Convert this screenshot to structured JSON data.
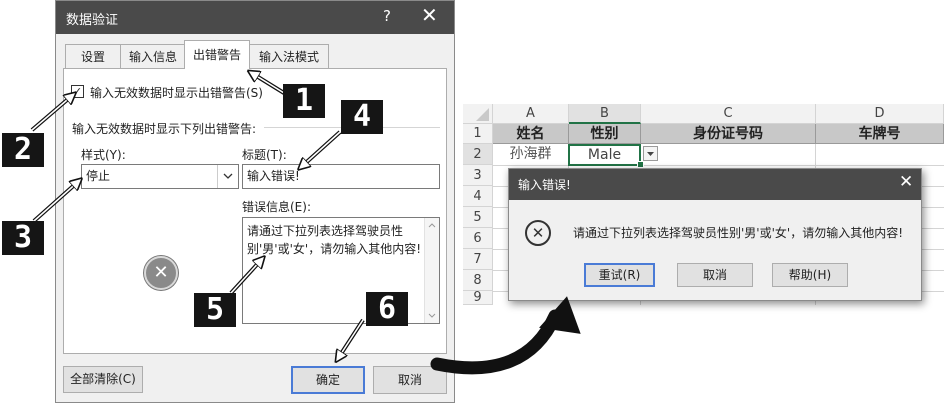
{
  "dialog": {
    "title": "数据验证",
    "help_glyph": "?",
    "close_glyph": "✕",
    "tabs": [
      {
        "label": "设置"
      },
      {
        "label": "输入信息"
      },
      {
        "label": "出错警告"
      },
      {
        "label": "输入法模式"
      }
    ],
    "active_tab": "出错警告",
    "show_error_checkbox": {
      "checked": true,
      "check_glyph": "✓",
      "label": "输入无效数据时显示出错警告(S)"
    },
    "section_label": "输入无效数据时显示下列出错警告:",
    "style_label": "样式(Y):",
    "style_value": "停止",
    "title_label": "标题(T):",
    "title_value": "输入错误!",
    "error_msg_label": "错误信息(E):",
    "error_msg_value": "请通过下拉列表选择驾驶员性别'男'或'女'，请勿输入其他内容!",
    "stop_icon_glyph": "✕",
    "clear_all_button": "全部清除(C)",
    "ok_button": "确定",
    "cancel_button": "取消"
  },
  "sheet": {
    "columns": [
      "A",
      "B",
      "C",
      "D"
    ],
    "rows": [
      "1",
      "2",
      "3",
      "4",
      "5",
      "6",
      "7",
      "8",
      "9"
    ],
    "header_cells": [
      "姓名",
      "性别",
      "身份证号码",
      "车牌号"
    ],
    "row2": {
      "name": "孙海群",
      "gender": "Male"
    }
  },
  "error_box": {
    "title": "输入错误!",
    "close_glyph": "✕",
    "icon_glyph": "✕",
    "message": "请通过下拉列表选择驾驶员性别'男'或'女'，请勿输入其他内容!",
    "retry_button": "重试(R)",
    "cancel_button": "取消",
    "help_button": "帮助(H)"
  },
  "steps": [
    "1",
    "2",
    "3",
    "4",
    "5",
    "6"
  ],
  "colors": {
    "title_bar": "#4a4a4a",
    "tab_border": "#adadad",
    "focus_border": "#4a7bd6",
    "header_fill": "#c8c8c8",
    "badge": "#151515"
  }
}
